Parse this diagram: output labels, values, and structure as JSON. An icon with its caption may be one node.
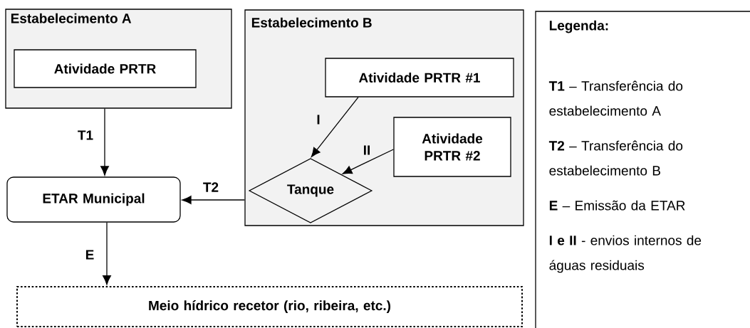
{
  "diagram": {
    "nodes": [
      {
        "text": [
          "Estabelecimento A"
        ]
      },
      {
        "text": [
          "Atividade PRTR"
        ],
        "in": 0
      },
      {
        "text": [
          "Estabelecimento B"
        ]
      },
      {
        "text": [
          "Atividade PRTR #1"
        ],
        "in": 2
      },
      {
        "text": [
          "Atividade PRTR #2"
        ],
        "in": 2
      },
      {
        "text": [
          "Tanque"
        ],
        "in": 2
      },
      {
        "text": [
          "ETAR Municipal"
        ]
      },
      {
        "text": [
          "Meio hídrico recetor (rio, ribeira, etc.)"
        ]
      },
      {
        "text": [
          "Legenda:",
          "**T1** – Transferência do estabelecimento A",
          "**T2** – Transferência do estabelecimento B",
          "**E** – Emissão da ETAR",
          "**I e II** - envios internos de águas residuais"
        ]
      }
    ],
    "edges": [
      {
        "from": 0,
        "to": 6,
        "arrow": "to",
        "label": "T1"
      },
      {
        "from": 2,
        "to": 6,
        "arrow": "to",
        "label": "T2"
      },
      {
        "from": 3,
        "to": 5,
        "arrow": "to",
        "label": "I"
      },
      {
        "from": 4,
        "to": 5,
        "arrow": "to",
        "label": "II"
      },
      {
        "from": 6,
        "to": 7,
        "arrow": "to",
        "label": "E"
      }
    ]
  }
}
